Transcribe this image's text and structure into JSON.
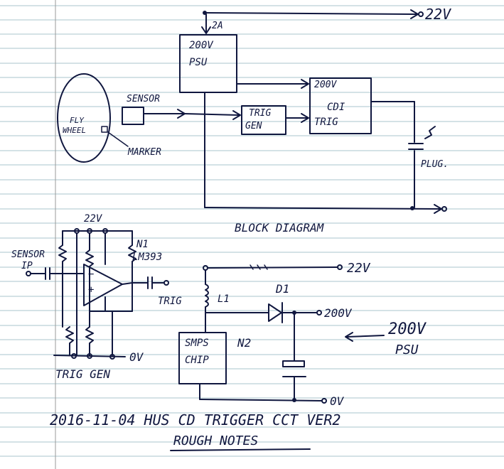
{
  "block_diagram": {
    "supply_in": "22V",
    "current": "2A",
    "psu_line1": "200V",
    "psu_line2": "PSU",
    "cdi_label_top": "200V",
    "cdi_label_mid": "CDI",
    "cdi_label_bot": "TRIG",
    "trig_gen_line1": "TRIG",
    "trig_gen_line2": "GEN",
    "sensor": "SENSOR",
    "flywheel_line1": "FLY",
    "flywheel_line2": "WHEEL",
    "marker": "MARKER",
    "plug": "PLUG.",
    "caption": "BLOCK DIAGRAM"
  },
  "trig_gen_circuit": {
    "supply": "22V",
    "ic_ref": "N1",
    "ic_part": "LM393",
    "input_line1": "SENSOR",
    "input_line2": "IP",
    "output": "TRIG",
    "ground": "0V",
    "caption": "TRIG GEN"
  },
  "psu_circuit": {
    "supply": "22V",
    "inductor": "L1",
    "diode": "D1",
    "output": "200V",
    "chip_line1": "SMPS",
    "chip_line2": "CHIP",
    "chip_ref": "N2",
    "ground": "0V",
    "label_line1": "200V",
    "label_line2": "PSU"
  },
  "title": {
    "line1": "2016-11-04  HUS  CD  TRIGGER  CCT  VER2",
    "line2": "ROUGH NOTES"
  }
}
